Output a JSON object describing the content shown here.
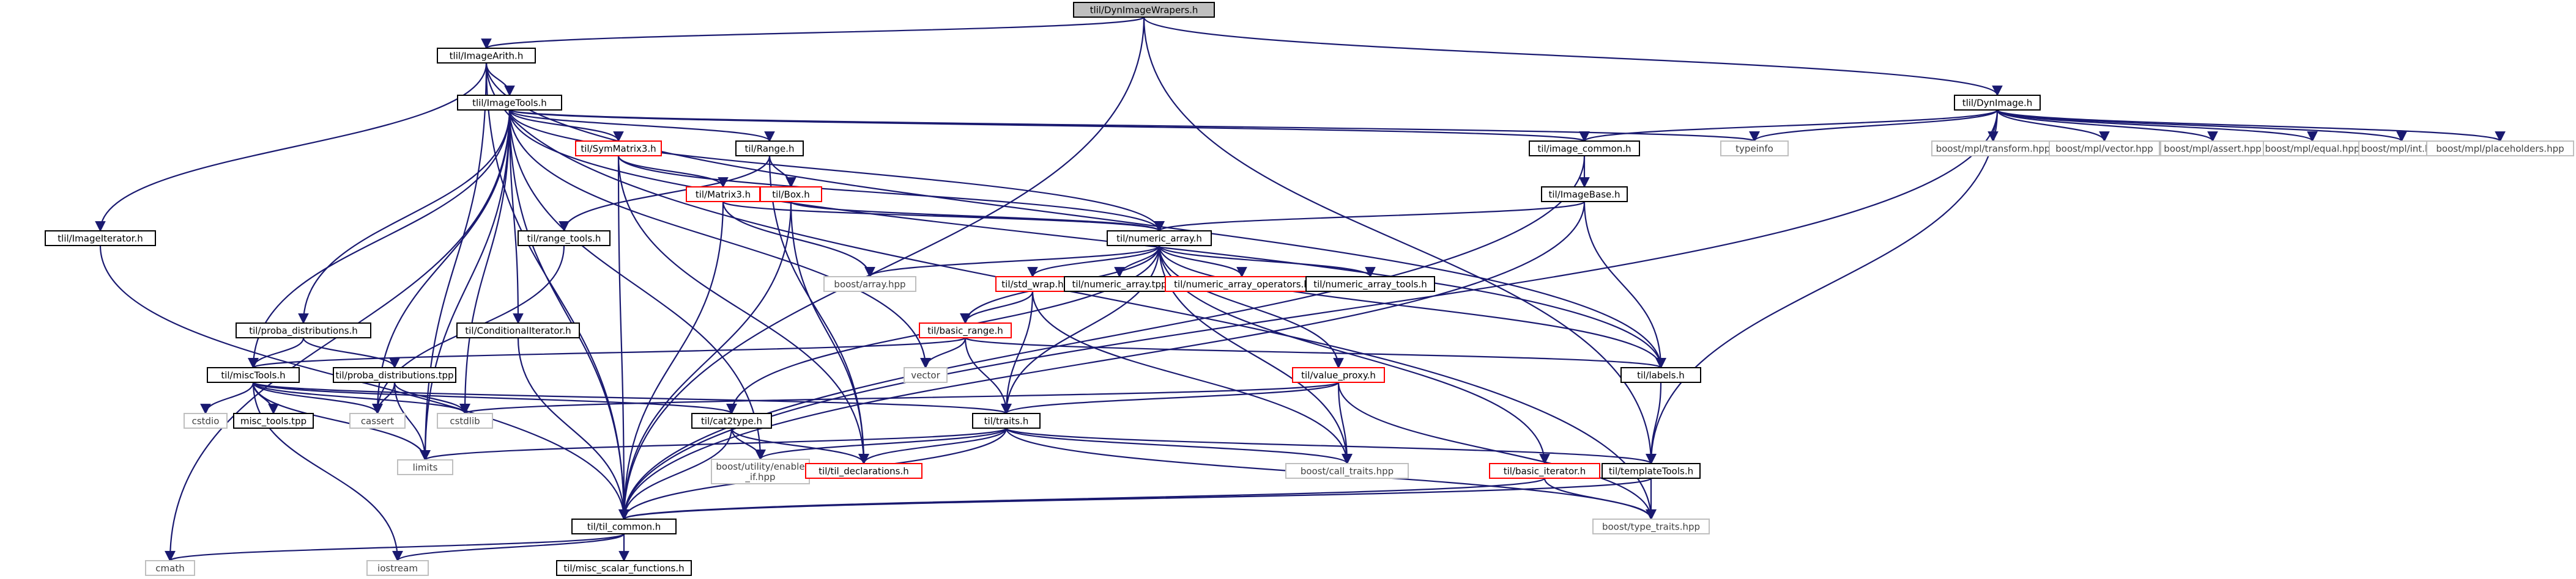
{
  "nodes": [
    {
      "id": "root",
      "label": "tlil/DynImageWrapers.h",
      "style": "root"
    },
    {
      "id": "imageArith",
      "label": "tlil/ImageArith.h",
      "style": "normal"
    },
    {
      "id": "dynImage",
      "label": "tlil/DynImage.h",
      "style": "normal"
    },
    {
      "id": "imageTools",
      "label": "tlil/ImageTools.h",
      "style": "normal"
    },
    {
      "id": "imageIterator",
      "label": "tlil/ImageIterator.h",
      "style": "normal"
    },
    {
      "id": "symMatrix3",
      "label": "til/SymMatrix3.h",
      "style": "red"
    },
    {
      "id": "rangeH",
      "label": "til/Range.h",
      "style": "normal"
    },
    {
      "id": "imageCommon",
      "label": "til/image_common.h",
      "style": "normal"
    },
    {
      "id": "typeinfo",
      "label": "typeinfo",
      "style": "gray"
    },
    {
      "id": "mplTransform",
      "label": "boost/mpl/transform.hpp",
      "style": "gray"
    },
    {
      "id": "mplVector",
      "label": "boost/mpl/vector.hpp",
      "style": "gray"
    },
    {
      "id": "mplAssert",
      "label": "boost/mpl/assert.hpp",
      "style": "gray"
    },
    {
      "id": "mplEqual",
      "label": "boost/mpl/equal.hpp",
      "style": "gray"
    },
    {
      "id": "mplInt",
      "label": "boost/mpl/int.hpp",
      "style": "gray"
    },
    {
      "id": "mplPlace",
      "label": "boost/mpl/placeholders.hpp",
      "style": "gray"
    },
    {
      "id": "matrix3",
      "label": "til/Matrix3.h",
      "style": "red"
    },
    {
      "id": "boxH",
      "label": "til/Box.h",
      "style": "red"
    },
    {
      "id": "imageBase",
      "label": "til/ImageBase.h",
      "style": "normal"
    },
    {
      "id": "rangeTools",
      "label": "til/range_tools.h",
      "style": "normal"
    },
    {
      "id": "numArray",
      "label": "til/numeric_array.h",
      "style": "normal"
    },
    {
      "id": "probaDist",
      "label": "til/proba_distributions.h",
      "style": "normal"
    },
    {
      "id": "condIter",
      "label": "til/ConditionalIterator.h",
      "style": "normal"
    },
    {
      "id": "boostArray",
      "label": "boost/array.hpp",
      "style": "gray"
    },
    {
      "id": "stdWrap",
      "label": "til/std_wrap.h",
      "style": "red"
    },
    {
      "id": "numArrayTpp",
      "label": "til/numeric_array.tpp",
      "style": "normal"
    },
    {
      "id": "numArrayOps",
      "label": "til/numeric_array_operators.h",
      "style": "red"
    },
    {
      "id": "numArrayTools",
      "label": "til/numeric_array_tools.h",
      "style": "normal"
    },
    {
      "id": "basicRange",
      "label": "til/basic_range.h",
      "style": "red"
    },
    {
      "id": "vectorH",
      "label": "vector",
      "style": "gray"
    },
    {
      "id": "labelsH",
      "label": "til/labels.h",
      "style": "normal"
    },
    {
      "id": "miscTools",
      "label": "til/miscTools.h",
      "style": "normal"
    },
    {
      "id": "probaTpp",
      "label": "til/proba_distributions.tpp",
      "style": "normal"
    },
    {
      "id": "valueProxy",
      "label": "til/value_proxy.h",
      "style": "red"
    },
    {
      "id": "cstdio",
      "label": "cstdio",
      "style": "gray"
    },
    {
      "id": "miscToolsTpp",
      "label": "misc_tools.tpp",
      "style": "normal"
    },
    {
      "id": "cassert",
      "label": "cassert",
      "style": "gray"
    },
    {
      "id": "cstdlib",
      "label": "cstdlib",
      "style": "gray"
    },
    {
      "id": "cat2type",
      "label": "til/cat2type.h",
      "style": "normal"
    },
    {
      "id": "traitsH",
      "label": "til/traits.h",
      "style": "normal"
    },
    {
      "id": "limits",
      "label": "limits",
      "style": "gray"
    },
    {
      "id": "enableIf",
      "label": "boost/utility/enable\n_if.hpp",
      "style": "gray"
    },
    {
      "id": "tilDecl",
      "label": "til/til_declarations.h",
      "style": "red"
    },
    {
      "id": "callTraits",
      "label": "boost/call_traits.hpp",
      "style": "gray"
    },
    {
      "id": "basicIter",
      "label": "til/basic_iterator.h",
      "style": "red"
    },
    {
      "id": "templateTools",
      "label": "til/templateTools.h",
      "style": "normal"
    },
    {
      "id": "tilCommon",
      "label": "til/til_common.h",
      "style": "normal"
    },
    {
      "id": "typeTraits",
      "label": "boost/type_traits.hpp",
      "style": "gray"
    },
    {
      "id": "cmath",
      "label": "cmath",
      "style": "gray"
    },
    {
      "id": "iostream",
      "label": "iostream",
      "style": "gray"
    },
    {
      "id": "miscScalar",
      "label": "til/misc_scalar_functions.h",
      "style": "normal"
    }
  ],
  "edges": [
    [
      "root",
      "imageArith"
    ],
    [
      "root",
      "dynImage"
    ],
    [
      "root",
      "tilCommon"
    ],
    [
      "root",
      "templateTools"
    ],
    [
      "imageArith",
      "imageTools"
    ],
    [
      "imageArith",
      "imageIterator"
    ],
    [
      "imageArith",
      "tilCommon"
    ],
    [
      "imageArith",
      "limits"
    ],
    [
      "imageArith",
      "typeTraits"
    ],
    [
      "imageArith",
      "labelsH"
    ],
    [
      "dynImage",
      "typeinfo"
    ],
    [
      "dynImage",
      "mplTransform"
    ],
    [
      "dynImage",
      "mplVector"
    ],
    [
      "dynImage",
      "mplAssert"
    ],
    [
      "dynImage",
      "mplEqual"
    ],
    [
      "dynImage",
      "mplInt"
    ],
    [
      "dynImage",
      "mplPlace"
    ],
    [
      "dynImage",
      "imageCommon"
    ],
    [
      "dynImage",
      "tilCommon"
    ],
    [
      "dynImage",
      "templateTools"
    ],
    [
      "imageTools",
      "symMatrix3"
    ],
    [
      "imageTools",
      "rangeH"
    ],
    [
      "imageTools",
      "imageCommon"
    ],
    [
      "imageTools",
      "typeinfo"
    ],
    [
      "imageTools",
      "numArray"
    ],
    [
      "imageTools",
      "probaDist"
    ],
    [
      "imageTools",
      "condIter"
    ],
    [
      "imageTools",
      "miscTools"
    ],
    [
      "imageTools",
      "labelsH"
    ],
    [
      "imageTools",
      "tilCommon"
    ],
    [
      "imageTools",
      "cmath"
    ],
    [
      "imageTools",
      "cassert"
    ],
    [
      "imageTools",
      "cstdlib"
    ],
    [
      "imageTools",
      "limits"
    ],
    [
      "imageTools",
      "enableIf"
    ],
    [
      "imageTools",
      "vectorH"
    ],
    [
      "imageIterator",
      "tilCommon"
    ],
    [
      "symMatrix3",
      "matrix3"
    ],
    [
      "symMatrix3",
      "tilDecl"
    ],
    [
      "symMatrix3",
      "numArray"
    ],
    [
      "symMatrix3",
      "tilCommon"
    ],
    [
      "rangeH",
      "boxH"
    ],
    [
      "rangeH",
      "rangeTools"
    ],
    [
      "rangeH",
      "tilDecl"
    ],
    [
      "imageCommon",
      "imageBase"
    ],
    [
      "imageCommon",
      "tilCommon"
    ],
    [
      "matrix3",
      "numArray"
    ],
    [
      "matrix3",
      "boostArray"
    ],
    [
      "matrix3",
      "tilCommon"
    ],
    [
      "boxH",
      "numArray"
    ],
    [
      "boxH",
      "tilDecl"
    ],
    [
      "boxH",
      "tilCommon"
    ],
    [
      "imageBase",
      "numArray"
    ],
    [
      "imageBase",
      "labelsH"
    ],
    [
      "imageBase",
      "tilCommon"
    ],
    [
      "rangeTools",
      "cassert"
    ],
    [
      "numArray",
      "boostArray"
    ],
    [
      "numArray",
      "stdWrap"
    ],
    [
      "numArray",
      "numArrayTpp"
    ],
    [
      "numArray",
      "numArrayOps"
    ],
    [
      "numArray",
      "numArrayTools"
    ],
    [
      "numArray",
      "basicRange"
    ],
    [
      "numArray",
      "cat2type"
    ],
    [
      "numArray",
      "labelsH"
    ],
    [
      "numArray",
      "valueProxy"
    ],
    [
      "numArray",
      "traitsH"
    ],
    [
      "numArray",
      "callTraits"
    ],
    [
      "numArray",
      "basicIter"
    ],
    [
      "probaDist",
      "probaTpp"
    ],
    [
      "probaDist",
      "miscTools"
    ],
    [
      "condIter",
      "tilCommon"
    ],
    [
      "stdWrap",
      "basicRange"
    ],
    [
      "stdWrap",
      "traitsH"
    ],
    [
      "stdWrap",
      "callTraits"
    ],
    [
      "basicRange",
      "vectorH"
    ],
    [
      "basicRange",
      "labelsH"
    ],
    [
      "basicRange",
      "traitsH"
    ],
    [
      "basicRange",
      "miscTools"
    ],
    [
      "labelsH",
      "templateTools"
    ],
    [
      "miscTools",
      "cstdio"
    ],
    [
      "miscTools",
      "miscToolsTpp"
    ],
    [
      "miscTools",
      "cassert"
    ],
    [
      "miscTools",
      "cstdlib"
    ],
    [
      "miscTools",
      "limits"
    ],
    [
      "miscTools",
      "cat2type"
    ],
    [
      "miscTools",
      "traitsH"
    ],
    [
      "miscTools",
      "iostream"
    ],
    [
      "probaTpp",
      "cassert"
    ],
    [
      "probaTpp",
      "cstdlib"
    ],
    [
      "probaTpp",
      "limits"
    ],
    [
      "valueProxy",
      "traitsH"
    ],
    [
      "valueProxy",
      "cstdlib"
    ],
    [
      "valueProxy",
      "callTraits"
    ],
    [
      "valueProxy",
      "typeTraits"
    ],
    [
      "cat2type",
      "enableIf"
    ],
    [
      "cat2type",
      "tilDecl"
    ],
    [
      "cat2type",
      "tilCommon"
    ],
    [
      "traitsH",
      "limits"
    ],
    [
      "traitsH",
      "enableIf"
    ],
    [
      "traitsH",
      "tilDecl"
    ],
    [
      "traitsH",
      "callTraits"
    ],
    [
      "traitsH",
      "templateTools"
    ],
    [
      "traitsH",
      "tilCommon"
    ],
    [
      "traitsH",
      "typeTraits"
    ],
    [
      "basicIter",
      "tilCommon"
    ],
    [
      "basicIter",
      "typeTraits"
    ],
    [
      "templateTools",
      "typeTraits"
    ],
    [
      "templateTools",
      "tilCommon"
    ],
    [
      "tilCommon",
      "cmath"
    ],
    [
      "tilCommon",
      "iostream"
    ],
    [
      "tilCommon",
      "miscScalar"
    ]
  ],
  "colors": {
    "edge": "#191970",
    "edge_gray": "#8a8a8a",
    "box_border": "#000000",
    "box_border_gray": "#bfbfbf",
    "box_border_red": "#ff0000",
    "root_fill": "#bfbfbf",
    "label": "#000000",
    "label_gray": "#404040"
  }
}
